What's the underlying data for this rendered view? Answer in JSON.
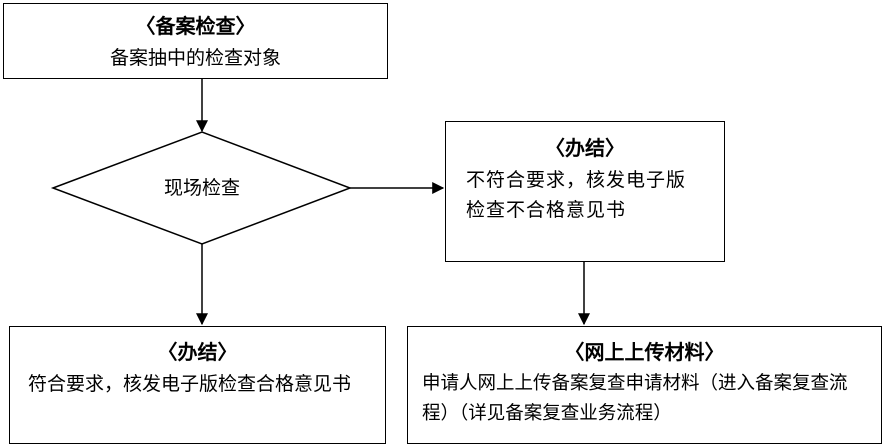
{
  "nodes": {
    "filing": {
      "title": "〈备案检查〉",
      "body": "备案抽中的检查对象"
    },
    "onsite": {
      "label": "现场检查"
    },
    "close_fail": {
      "title": "〈办结〉",
      "body": "不符合要求，核发电子版检查不合格意见书"
    },
    "close_pass": {
      "title": "〈办结〉",
      "body": "符合要求，核发电子版检查合格意见书"
    },
    "upload": {
      "title": "〈网上上传材料〉",
      "body": "申请人网上上传备案复查申请材料（进入备案复查流程）（详见备案复查业务流程）"
    }
  }
}
